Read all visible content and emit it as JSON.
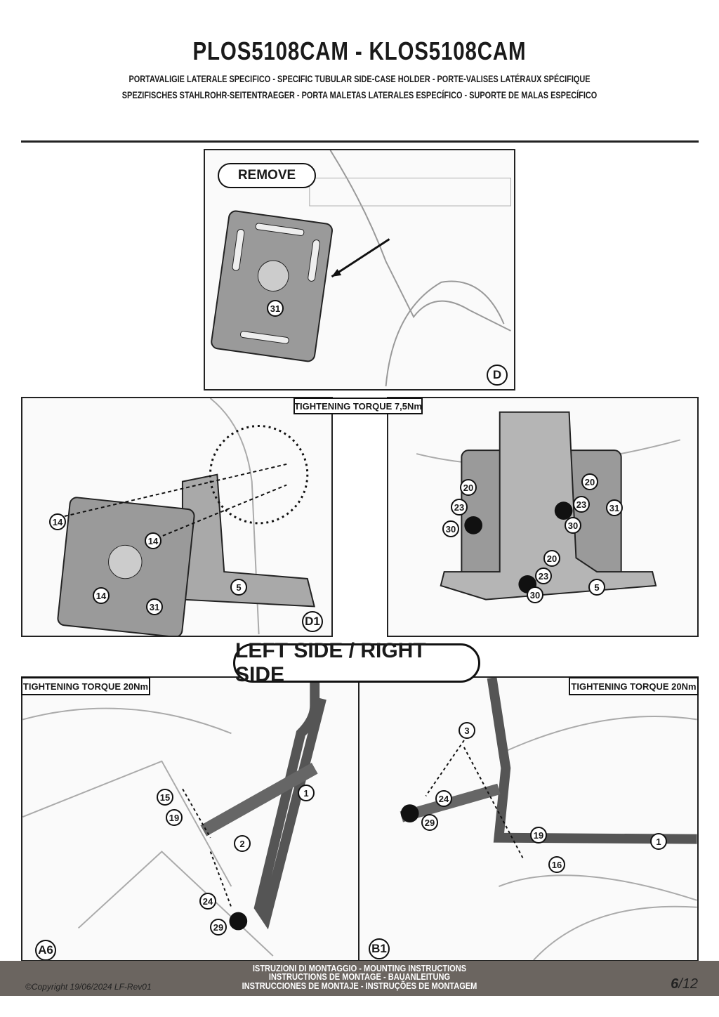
{
  "header": {
    "title": "PLOS5108CAM - KLOS5108CAM",
    "subtitle_1": "PORTAVALIGIE LATERALE SPECIFICO  -  SPECIFIC TUBULAR SIDE-CASE HOLDER  - PORTE-VALISES LATÉRAUX SPÉCIFIQUE",
    "subtitle_2": "SPEZIFISCHES STAHLROHR-SEITENTRAEGER - PORTA MALETAS LATERALES ESPECÍFICO - SUPORTE DE MALAS ESPECÍFICO"
  },
  "panel_d": {
    "remove_label": "REMOVE",
    "callouts": [
      "31"
    ],
    "step": "D"
  },
  "panel_d1": {
    "torque": "TIGHTENING TORQUE 7,5Nm",
    "callouts": [
      "14",
      "14",
      "14",
      "31",
      "5"
    ],
    "step": "D1"
  },
  "panel_d1_detail": {
    "callouts": [
      "20",
      "23",
      "30",
      "20",
      "23",
      "31",
      "30",
      "20",
      "23",
      "30",
      "5"
    ]
  },
  "side_label": "LEFT SIDE / RIGHT SIDE",
  "panel_a6": {
    "torque": "TIGHTENING TORQUE 20Nm",
    "callouts": [
      "15",
      "19",
      "1",
      "2",
      "24",
      "29"
    ],
    "step": "A6"
  },
  "panel_b1": {
    "torque": "TIGHTENING TORQUE 20Nm",
    "callouts": [
      "3",
      "24",
      "29",
      "19",
      "1",
      "16"
    ],
    "step": "B1"
  },
  "footer": {
    "line_1": "ISTRUZIONI DI MONTAGGIO  -  MOUNTING INSTRUCTIONS",
    "line_2": "INSTRUCTIONS DE MONTAGE - BAUANLEITUNG",
    "line_3": "INSTRUCCIONES DE MONTAJE - INSTRUÇÕES DE MONTAGEM",
    "copyright": "©Copyright 19/06/2024 LF-Rev01",
    "page_current": "6",
    "page_total": "/12"
  }
}
